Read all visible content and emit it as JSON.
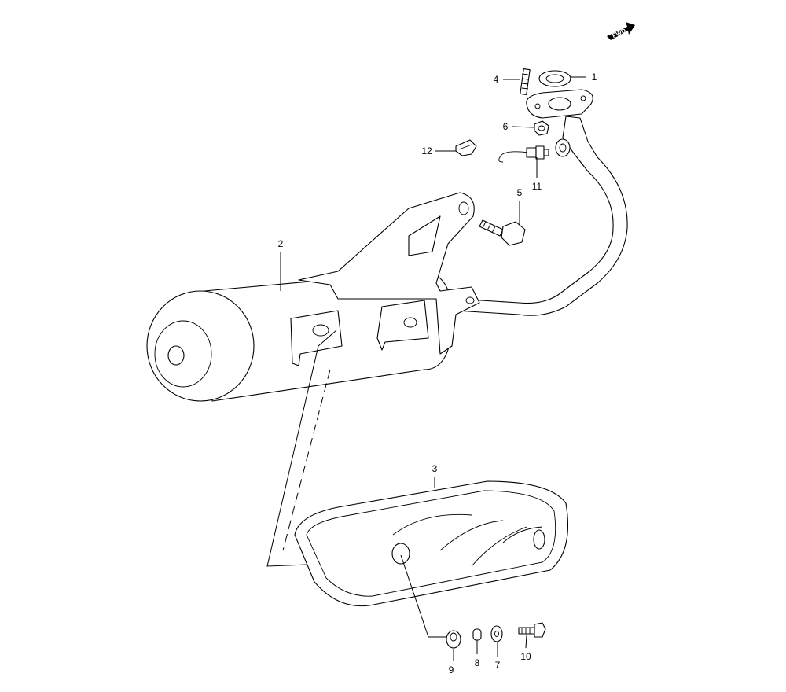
{
  "diagram": {
    "fwd_label": "FWD",
    "callouts": [
      {
        "id": "1",
        "text": "1"
      },
      {
        "id": "2",
        "text": "2"
      },
      {
        "id": "3",
        "text": "3"
      },
      {
        "id": "4",
        "text": "4"
      },
      {
        "id": "5",
        "text": "5"
      },
      {
        "id": "6",
        "text": "6"
      },
      {
        "id": "7",
        "text": "7"
      },
      {
        "id": "8",
        "text": "8"
      },
      {
        "id": "9",
        "text": "9"
      },
      {
        "id": "10",
        "text": "10"
      },
      {
        "id": "11",
        "text": "11"
      },
      {
        "id": "12",
        "text": "12"
      }
    ]
  }
}
